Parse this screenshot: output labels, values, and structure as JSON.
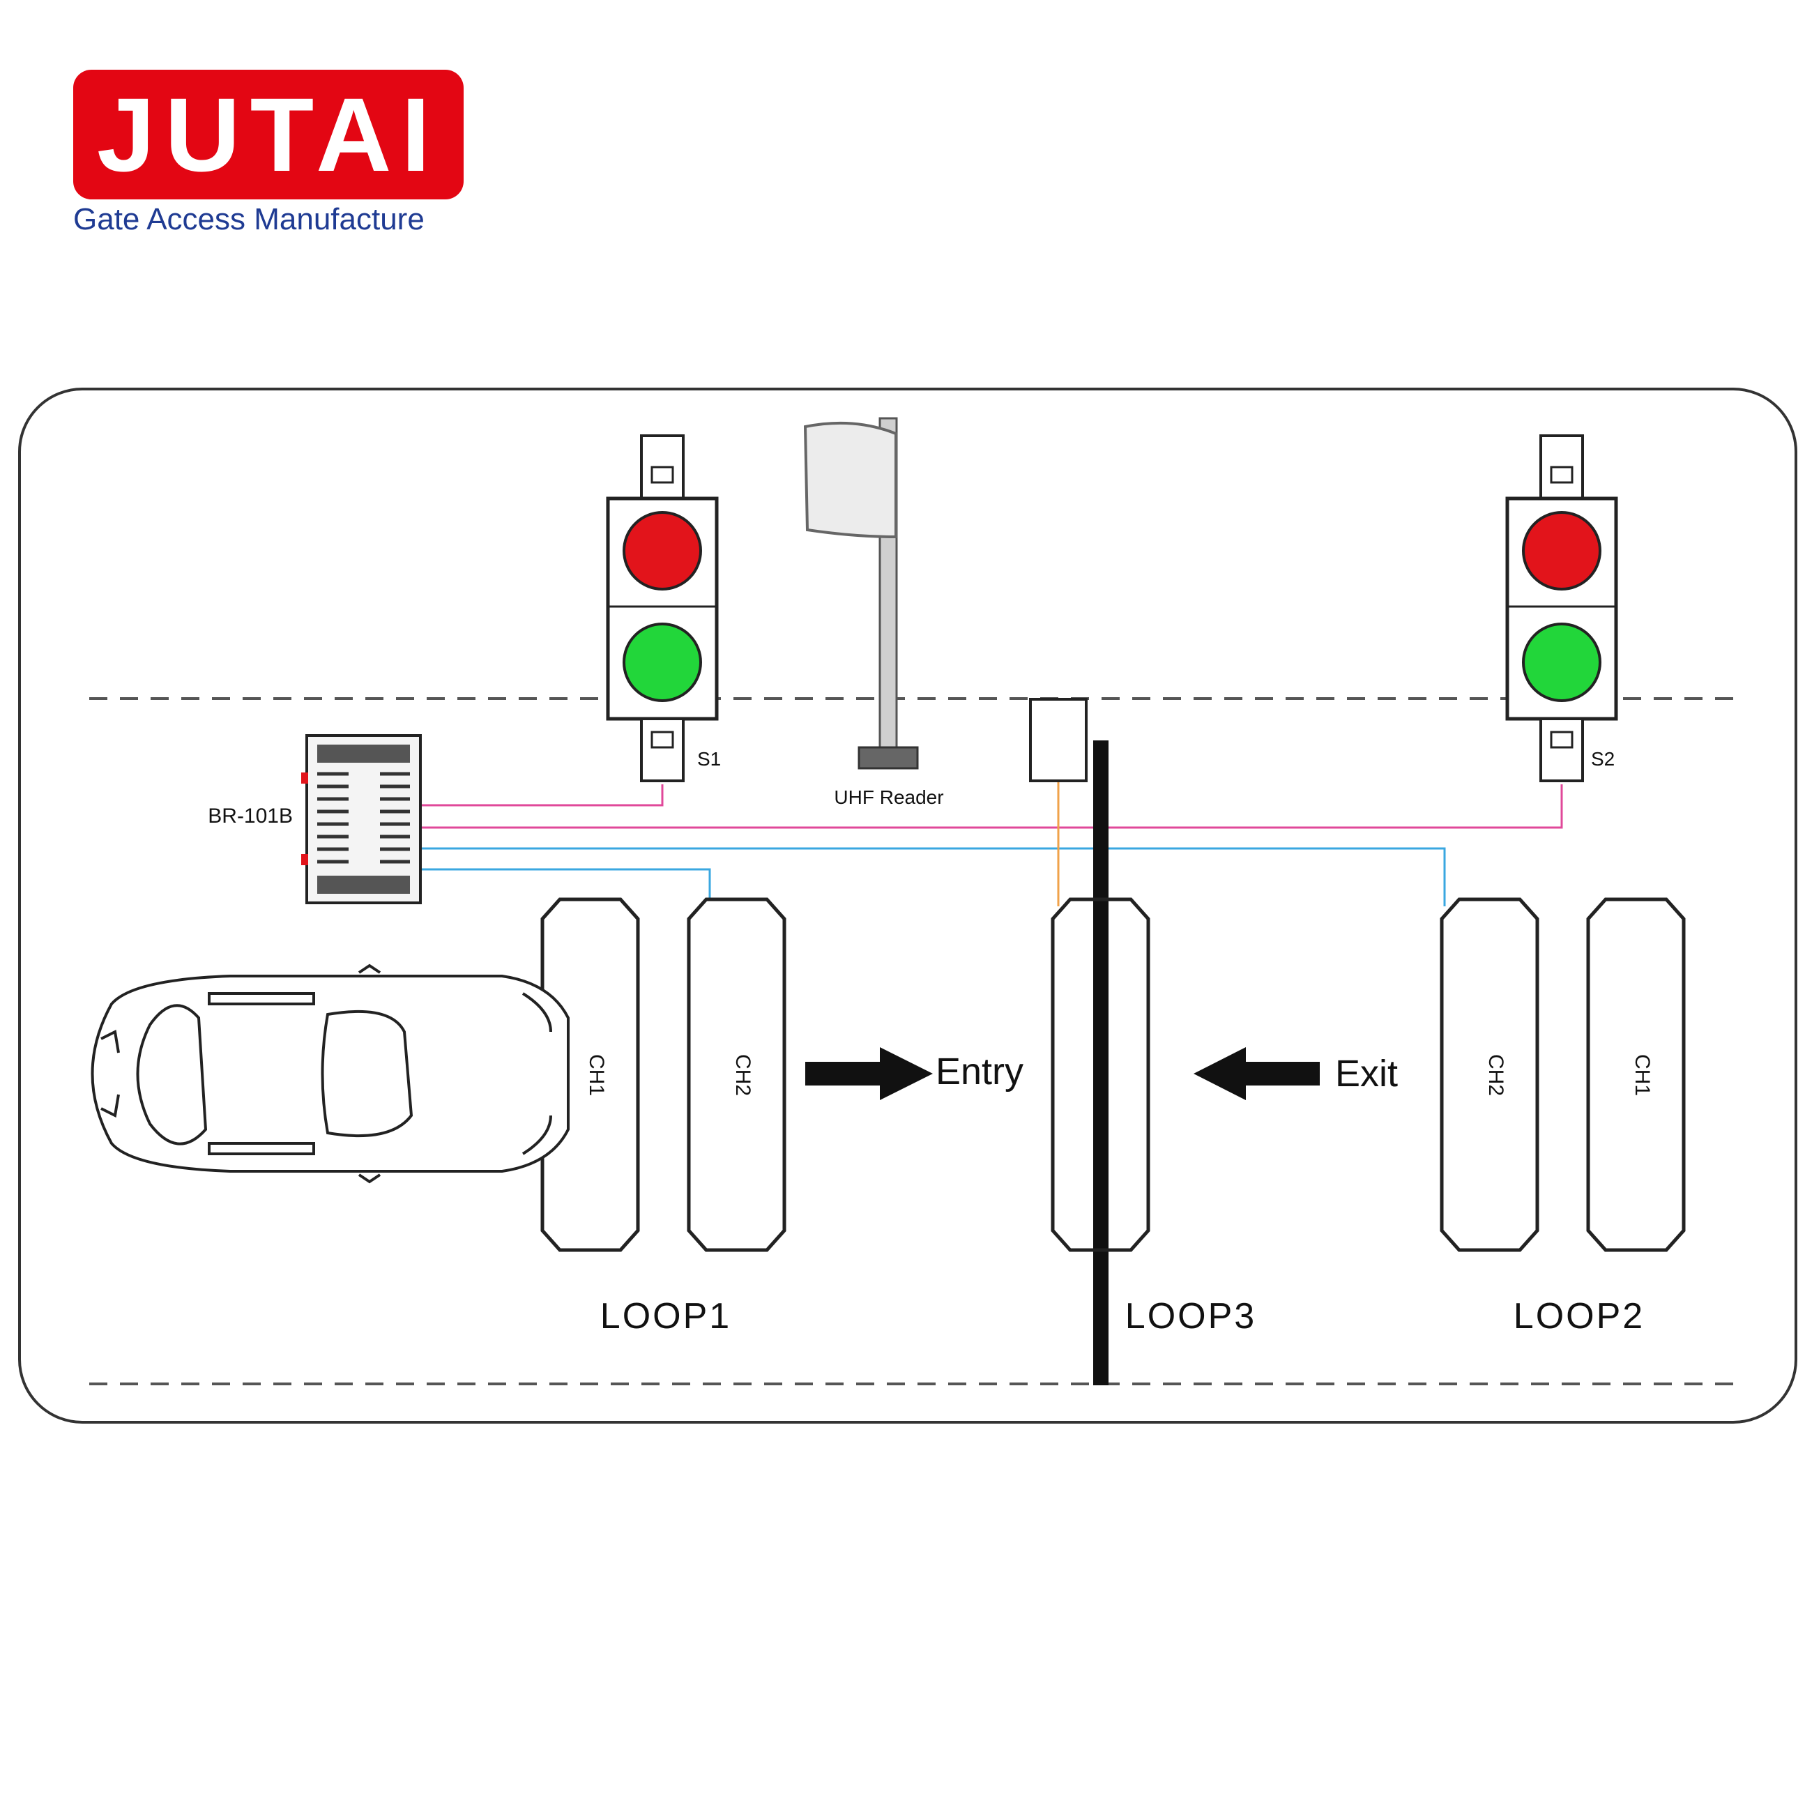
{
  "brand": {
    "name": "JUTAI",
    "tagline": "Gate Access Manufacture",
    "color": "#e30613",
    "tagline_color": "#1f3b93"
  },
  "diagram": {
    "controller_label": "BR-101B",
    "signal_left_label": "S1",
    "signal_right_label": "S2",
    "reader_label": "UHF Reader",
    "entry_label": "Entry",
    "exit_label": "Exit",
    "loop1": {
      "label": "LOOP1",
      "first_ch": "CH1",
      "second_ch": "CH2"
    },
    "loop2": {
      "label": "LOOP2",
      "first_ch": "CH2",
      "second_ch": "CH1"
    },
    "loop3": {
      "label": "LOOP3"
    },
    "colors": {
      "signal_red": "#e2141b",
      "signal_green": "#22d63a",
      "wire_pink": "#e0489a",
      "wire_blue": "#3aa7e0",
      "wire_orange": "#f0a24a"
    }
  }
}
